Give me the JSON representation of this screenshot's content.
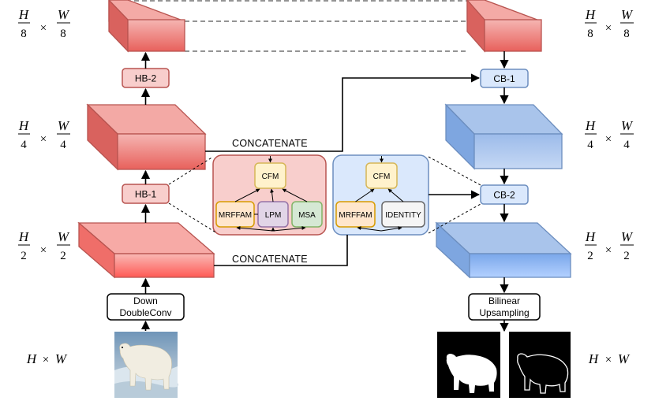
{
  "scales": {
    "eighth": {
      "num_h": "H",
      "den_h": "8",
      "op": "×",
      "num_w": "W",
      "den_w": "8"
    },
    "quarter": {
      "num_h": "H",
      "den_h": "4",
      "op": "×",
      "num_w": "W",
      "den_w": "4"
    },
    "half": {
      "num_h": "H",
      "den_h": "2",
      "op": "×",
      "num_w": "W",
      "den_w": "2"
    },
    "full": {
      "h": "H",
      "op": "×",
      "w": "W"
    }
  },
  "encoder": {
    "hb2": "HB-2",
    "hb1": "HB-1",
    "down_line1": "Down",
    "down_line2": "DoubleConv"
  },
  "decoder": {
    "cb1": "CB-1",
    "cb2": "CB-2",
    "up_line1": "Bilinear",
    "up_line2": "Upsampling"
  },
  "connections": {
    "concat_top": "CONCATENATE",
    "concat_bottom": "CONCATENATE"
  },
  "hb_block": {
    "cfm": "CFM",
    "mrffam": "MRFFAM",
    "lpm": "LPM",
    "msa": "MSA"
  },
  "cb_block": {
    "cfm": "CFM",
    "mrffam": "MRFFAM",
    "identity": "IDENTITY"
  },
  "colors": {
    "encoder_fill": "#f08080",
    "encoder_stroke": "#b85450",
    "decoder_fill": "#7ea6e0",
    "decoder_stroke": "#6c8ebf",
    "hb_label_fill": "#f8cecc",
    "cb_label_fill": "#dae8fc",
    "cfm_fill": "#fff2cc",
    "cfm_stroke": "#d6b656",
    "mrffam_fill": "#ffe6cc",
    "mrffam_stroke": "#d79b00",
    "lpm_fill": "#e1d5e7",
    "lpm_stroke": "#9673a6",
    "msa_fill": "#d5e8d4",
    "msa_stroke": "#82b366",
    "identity_fill": "#f5f5f5",
    "identity_stroke": "#666666"
  },
  "images": {
    "input": "polar-bear-photo",
    "mask": "polar-bear-segmentation-mask",
    "edge": "polar-bear-edge-map"
  }
}
